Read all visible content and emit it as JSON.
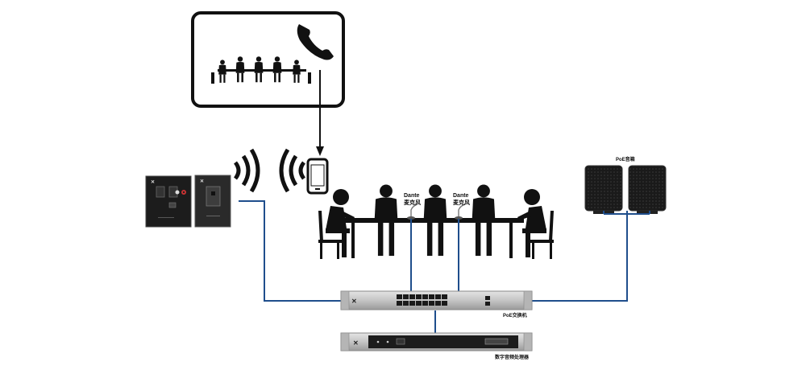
{
  "labels": {
    "dante_mic_1_line1": "Dante",
    "dante_mic_1_line2": "麦克风",
    "dante_mic_2_line1": "Dante",
    "dante_mic_2_line2": "麦克风",
    "poe_speaker": "PoE音箱",
    "poe_switch": "PoE交换机",
    "dsp": "数字音频处理器"
  },
  "colors": {
    "cable": "#1f4e8c",
    "ink": "#111111",
    "panel_dark": "#1c1c1c",
    "rack_silver": "#c9c9c9",
    "speaker_grille": "#1a1a1a"
  },
  "icons": [
    "phone-icon",
    "meeting-people-icon",
    "smartphone-icon",
    "wifi-waves-icon",
    "person-icon",
    "microphone-icon",
    "speaker-icon",
    "switch-icon",
    "dsp-icon",
    "wall-panel-icon"
  ]
}
